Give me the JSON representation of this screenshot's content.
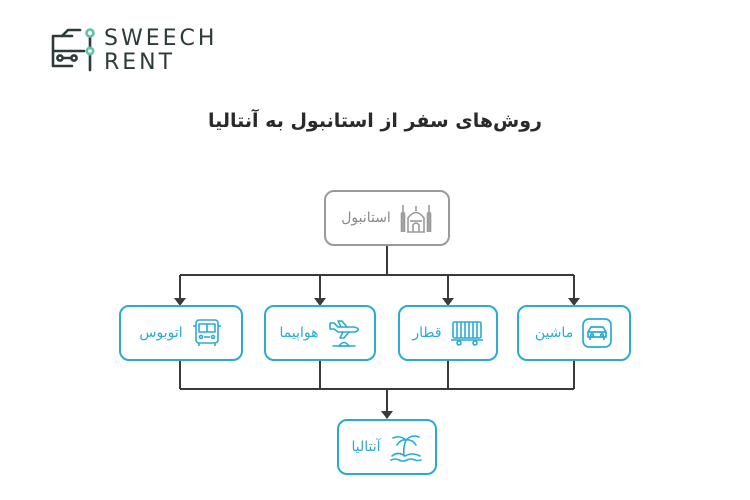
{
  "logo": {
    "line1": "SWEECH",
    "line2": "RENT",
    "color": "#2d3a3a",
    "accent": "#5fc2a6"
  },
  "title": "روش‌های سفر از استانبول به آنتالیا",
  "colors": {
    "primary": "#29abd4",
    "source": "#9a9a9a",
    "connector": "#3a3a3a"
  },
  "nodes": {
    "source": {
      "label": "استانبول",
      "icon": "mosque-icon"
    },
    "options": [
      {
        "label": "ماشین",
        "icon": "car-icon"
      },
      {
        "label": "قطار",
        "icon": "train-icon"
      },
      {
        "label": "هواپیما",
        "icon": "airplane-icon"
      },
      {
        "label": "اتوبوس",
        "icon": "bus-icon"
      }
    ],
    "destination": {
      "label": "آنتالیا",
      "icon": "palm-beach-icon"
    }
  }
}
